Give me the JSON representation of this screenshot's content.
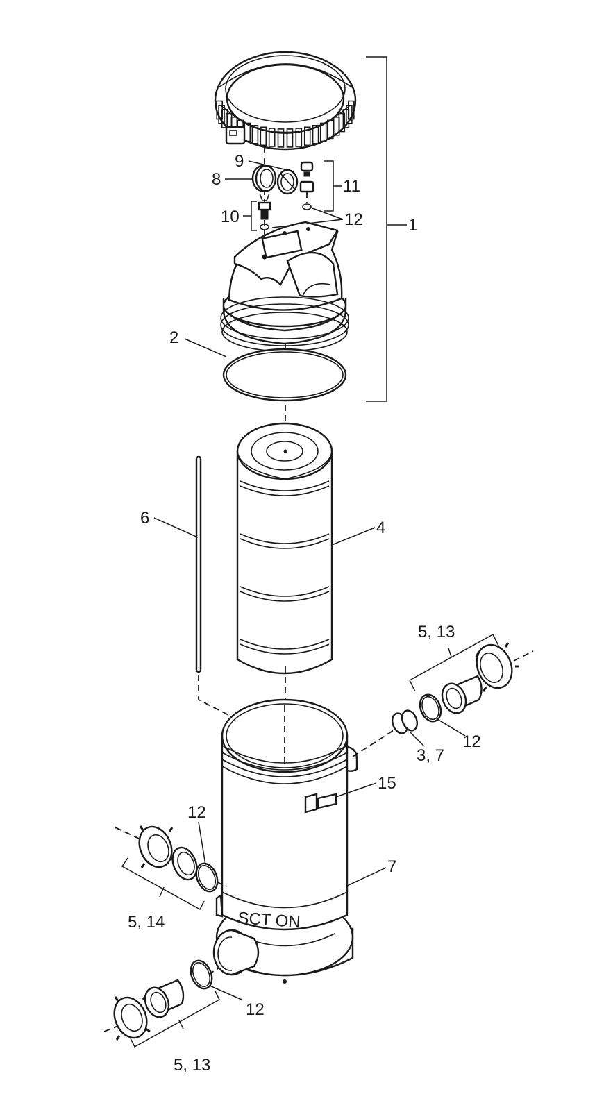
{
  "callouts": {
    "c1": "1",
    "c2": "2",
    "c3_7": "3, 7",
    "c4": "4",
    "c5_13_top": "5, 13",
    "c5_13_bottom": "5, 13",
    "c5_14": "5, 14",
    "c6": "6",
    "c7": "7",
    "c8": "8",
    "c9": "9",
    "c10": "10",
    "c11": "11",
    "c12_lid": "12",
    "c12_right": "12",
    "c12_left": "12",
    "c12_bottom": "12",
    "c15": "15"
  }
}
